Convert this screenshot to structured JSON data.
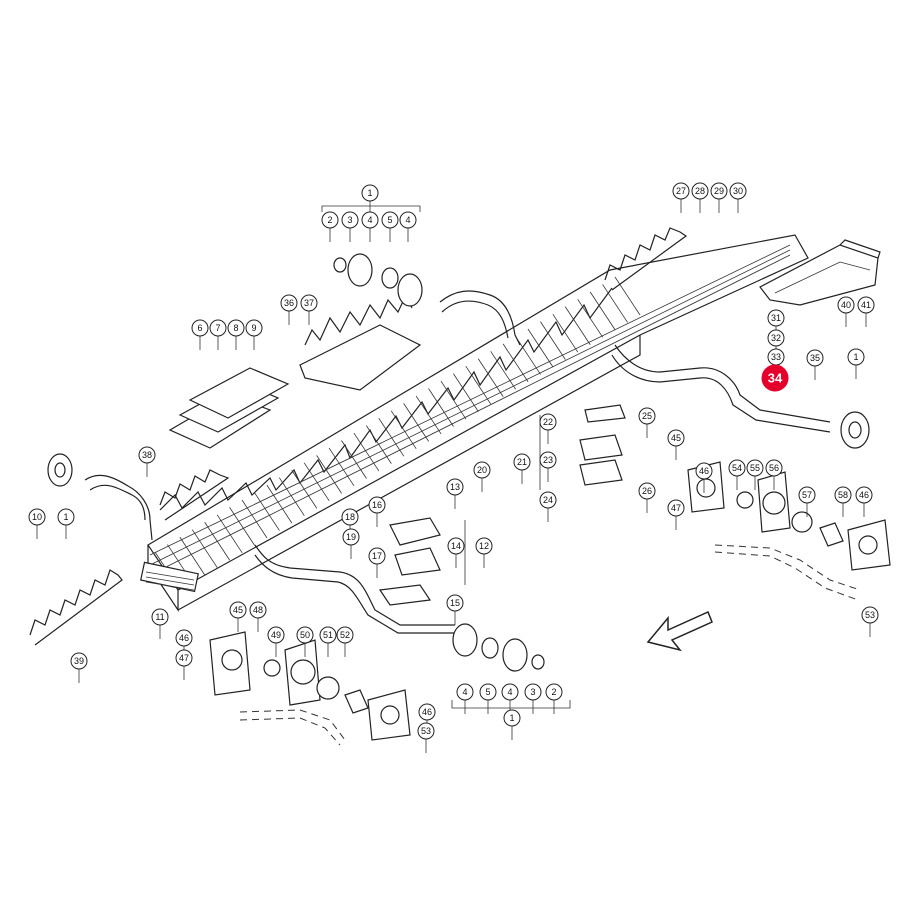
{
  "diagram": {
    "highlight": {
      "label": "34",
      "color": "#e4002b"
    },
    "callouts": [
      "1",
      "2",
      "3",
      "4",
      "5",
      "6",
      "7",
      "8",
      "9",
      "10",
      "11",
      "12",
      "13",
      "14",
      "15",
      "16",
      "17",
      "18",
      "19",
      "20",
      "21",
      "22",
      "23",
      "24",
      "25",
      "26",
      "27",
      "28",
      "29",
      "30",
      "31",
      "32",
      "33",
      "35",
      "36",
      "37",
      "38",
      "39",
      "40",
      "41",
      "45",
      "46",
      "47",
      "48",
      "49",
      "50",
      "51",
      "52",
      "53",
      "54",
      "55",
      "56",
      "57",
      "58"
    ]
  },
  "icons": {
    "direction": "arrow-down-left-icon"
  }
}
